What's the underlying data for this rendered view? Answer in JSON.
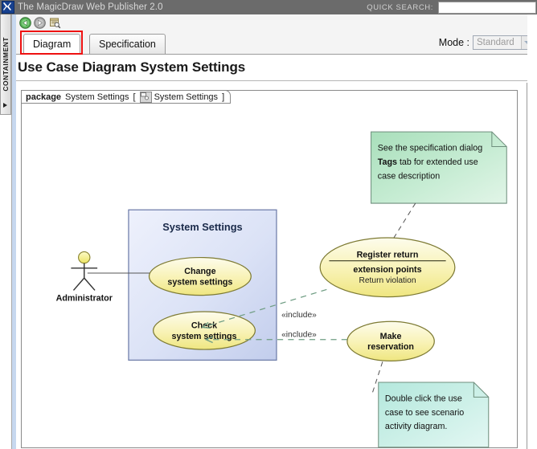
{
  "window": {
    "title": "The MagicDraw Web Publisher 2.0",
    "icon": "magicdraw-logo-icon"
  },
  "quick_search": {
    "label": "QUICK SEARCH:",
    "value": "",
    "placeholder": ""
  },
  "rail": {
    "label": "CONTAINMENT",
    "arrow_icon": "triangle-right-icon"
  },
  "toolbar": {
    "buttons": [
      {
        "name": "back-button",
        "icon": "arrow-back-icon",
        "color": "#3c9e3c"
      },
      {
        "name": "forward-button",
        "icon": "arrow-forward-icon",
        "color": "#8f8f8f"
      },
      {
        "name": "specification-button",
        "icon": "document-search-icon",
        "color": "#d9a441"
      }
    ]
  },
  "tabs": [
    {
      "label": "Diagram",
      "active": true
    },
    {
      "label": "Specification",
      "active": false
    }
  ],
  "mode": {
    "label": "Mode :",
    "value": "Standard",
    "options": [
      "Standard"
    ],
    "disabled": true,
    "arrow_icon": "chevron-down-icon"
  },
  "page": {
    "title": "Use Case Diagram System Settings"
  },
  "package_frame": {
    "keyword": "package",
    "name": "System Settings",
    "bracket_open": "[",
    "bracket_close": "]",
    "inner_name": "System Settings",
    "icon": "package-diagram-icon"
  },
  "diagram": {
    "colors": {
      "use_case_fill_top": "#fcfbe0",
      "use_case_fill_bottom": "#f2eb8c",
      "use_case_stroke": "#7d7a33",
      "package_fill_top": "#e9edfb",
      "package_fill_bottom": "#c3cdee",
      "package_stroke": "#6c7ba8",
      "note_top_fill_start": "#b6e5c6",
      "note_top_fill_end": "#dff3e5",
      "note_bottom_fill_start": "#bfeadf",
      "note_bottom_fill_end": "#d6f3ee",
      "note_stroke": "#6f8f7d",
      "include_stroke": "#6f9d83",
      "actor_head": "#f5f08a"
    },
    "actor": {
      "name": "Administrator",
      "icon": "stick-figure-actor-icon"
    },
    "package_box": {
      "title": "System Settings"
    },
    "use_cases": [
      {
        "id": "change-system-settings",
        "line1": "Change",
        "line2": "system settings"
      },
      {
        "id": "check-system-settings",
        "line1": "Check",
        "line2": "system settings"
      },
      {
        "id": "register-return",
        "line1": "Register return",
        "compartment_title": "extension points",
        "compartment_item": "Return violation"
      },
      {
        "id": "make-reservation",
        "line1": "Make",
        "line2": "reservation"
      }
    ],
    "relationships": [
      {
        "id": "include-register-return",
        "label": "«include»"
      },
      {
        "id": "include-make-reservation",
        "label": "«include»"
      }
    ],
    "notes": [
      {
        "id": "note-specification-tags",
        "lines": [
          {
            "segments": [
              {
                "text": "See the specification dialog",
                "bold": false
              }
            ]
          },
          {
            "segments": [
              {
                "text": "Tags",
                "bold": true
              },
              {
                "text": " tab for extended use",
                "bold": false
              }
            ]
          },
          {
            "segments": [
              {
                "text": "case description",
                "bold": false
              }
            ]
          }
        ]
      },
      {
        "id": "note-double-click",
        "lines": [
          {
            "segments": [
              {
                "text": "Double click the use",
                "bold": false
              }
            ]
          },
          {
            "segments": [
              {
                "text": "case to see scenario",
                "bold": false
              }
            ]
          },
          {
            "segments": [
              {
                "text": "activity diagram.",
                "bold": false
              }
            ]
          }
        ]
      }
    ]
  }
}
